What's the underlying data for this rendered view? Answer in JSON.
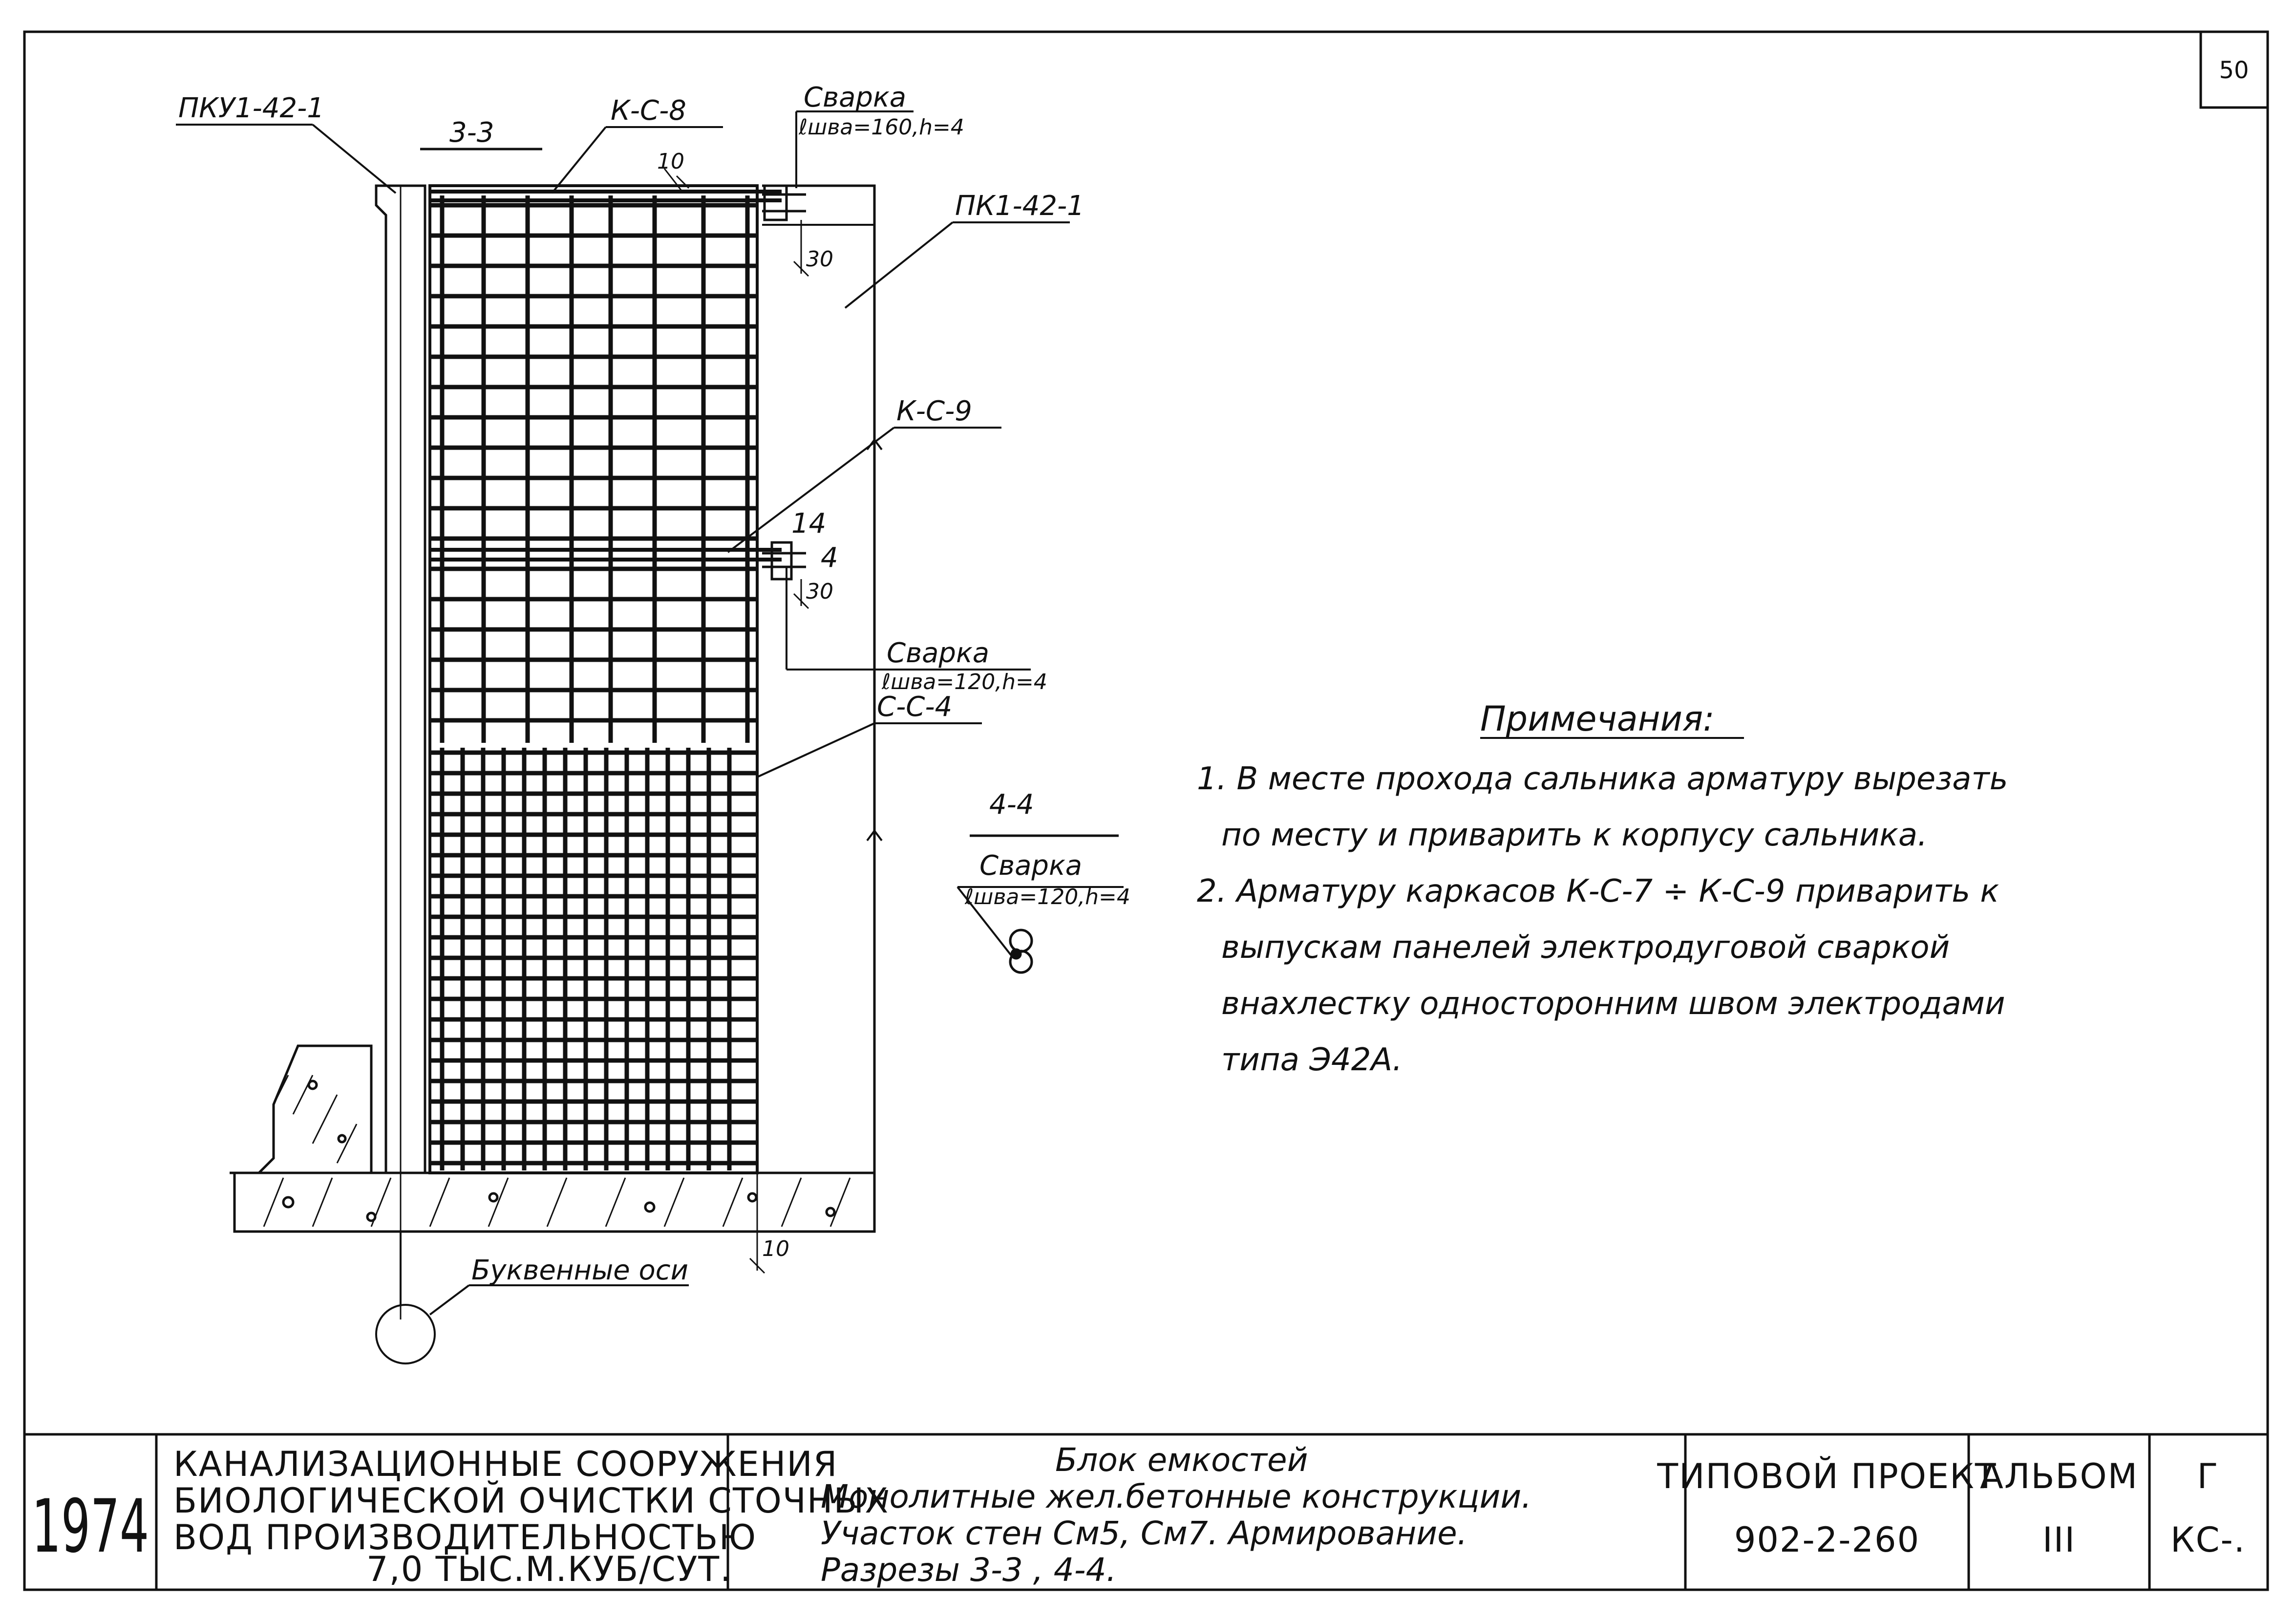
{
  "page": {
    "number": "50"
  },
  "section_33": {
    "title": "3-3",
    "labels": {
      "pku": "ПКУ1-42-1",
      "ks8": "К-С-8",
      "pk": "ПК1-42-1",
      "ks9": "К-С-9",
      "cc4": "С-С-4",
      "axes": "Буквенные оси"
    },
    "weld_top": {
      "title": "Сварка",
      "spec": "ℓшва=160,h=4"
    },
    "weld_mid": {
      "title": "Сварка",
      "spec": "ℓшва=120,h=4"
    },
    "dims": {
      "d10_top": "10",
      "d30_top": "30",
      "d14": "14",
      "d4": "4",
      "d30_mid": "30",
      "d10_bot": "10"
    }
  },
  "section_44": {
    "title": "4-4",
    "weld": {
      "title": "Сварка",
      "spec": "ℓшва=120,h=4"
    }
  },
  "notes": {
    "title": "Примечания:",
    "lines": [
      "1. В месте прохода сальника арматуру вырезать",
      "по месту и приварить к корпусу сальника.",
      "2. Арматуру каркасов К-С-7 ÷ К-С-9 приварить к",
      "выпускам панелей электродуговой сваркой",
      "внахлестку односторонним швом электродами",
      "типа Э42А."
    ]
  },
  "title_block": {
    "year": "1974",
    "project_lines": [
      "КАНАЛИЗАЦИОННЫЕ СООРУЖЕНИЯ",
      "БИОЛОГИЧЕСКОЙ ОЧИСТКИ СТОЧНЫХ",
      "ВОД ПРОИЗВОДИТЕЛЬНОСТЬЮ",
      "7,0 ТЫС.М.КУБ/СУТ."
    ],
    "drawing_lines": [
      "Блок емкостей",
      "Монолитные жел.бетонные конструкции.",
      "Участок стен См5, См7. Армирование.",
      "Разрезы 3-3 , 4-4."
    ],
    "typical_project_label": "ТИПОВОЙ ПРОЕКТ",
    "typical_project_number": "902-2-260",
    "album_label": "АЛЬБОМ",
    "album_number": "III",
    "sheet_label": "Г",
    "sheet_code": "КС-."
  }
}
